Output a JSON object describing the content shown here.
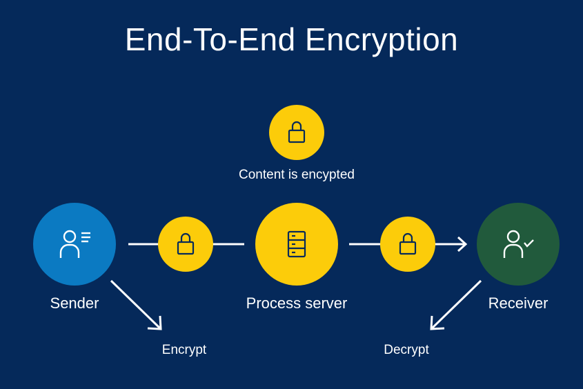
{
  "title": "End-To-End Encryption",
  "nodes": {
    "sender": {
      "label": "Sender",
      "icon": "user-list-icon",
      "color": "#0b7ac2"
    },
    "server": {
      "label": "Process server",
      "icon": "server-icon",
      "color": "#fccc0a"
    },
    "receiver": {
      "label": "Receiver",
      "icon": "user-check-icon",
      "color": "#215a3c"
    }
  },
  "lock_icon": "lock-icon",
  "lock_color": "#fccc0a",
  "top_lock_caption": "Content is encypted",
  "encrypt_label": "Encrypt",
  "decrypt_label": "Decrypt",
  "background_color": "#05295a"
}
